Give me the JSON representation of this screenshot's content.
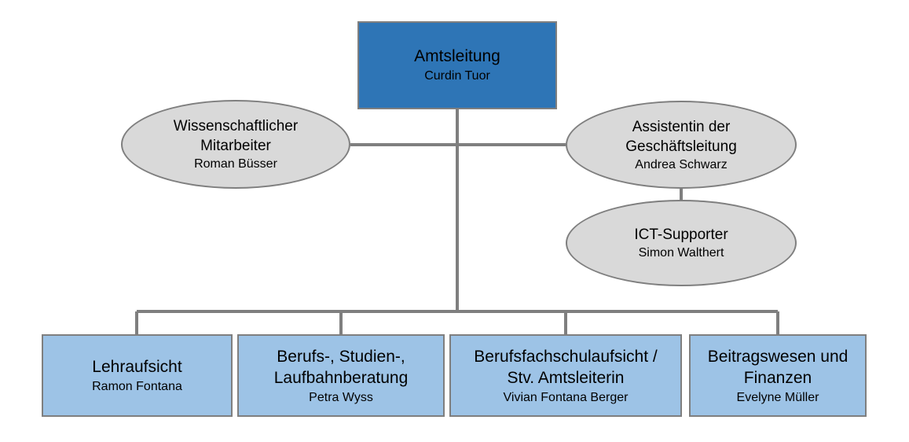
{
  "top": {
    "title": "Amtsleitung",
    "name": "Curdin Tuor"
  },
  "staff": {
    "left": {
      "title": "Wissenschaftlicher\nMitarbeiter",
      "name": "Roman Büsser"
    },
    "right": {
      "title": "Assistentin der\nGeschäftsleitung",
      "name": "Andrea Schwarz"
    },
    "sub": {
      "title": "ICT-Supporter",
      "name": "Simon Walthert"
    }
  },
  "departments": [
    {
      "title": "Lehraufsicht",
      "name": "Ramon Fontana"
    },
    {
      "title": "Berufs-, Studien-,\nLaufbahnberatung",
      "name": "Petra Wyss"
    },
    {
      "title": "Berufsfachschulaufsicht /\nStv. Amtsleiterin",
      "name": "Vivian Fontana Berger"
    },
    {
      "title": "Beitragswesen und\nFinanzen",
      "name": "Evelyne Müller"
    }
  ],
  "colors": {
    "top_box": "#2e75b6",
    "department_box": "#9dc3e6",
    "staff_ellipse": "#d9d9d9",
    "connector": "#7f7f7f"
  }
}
